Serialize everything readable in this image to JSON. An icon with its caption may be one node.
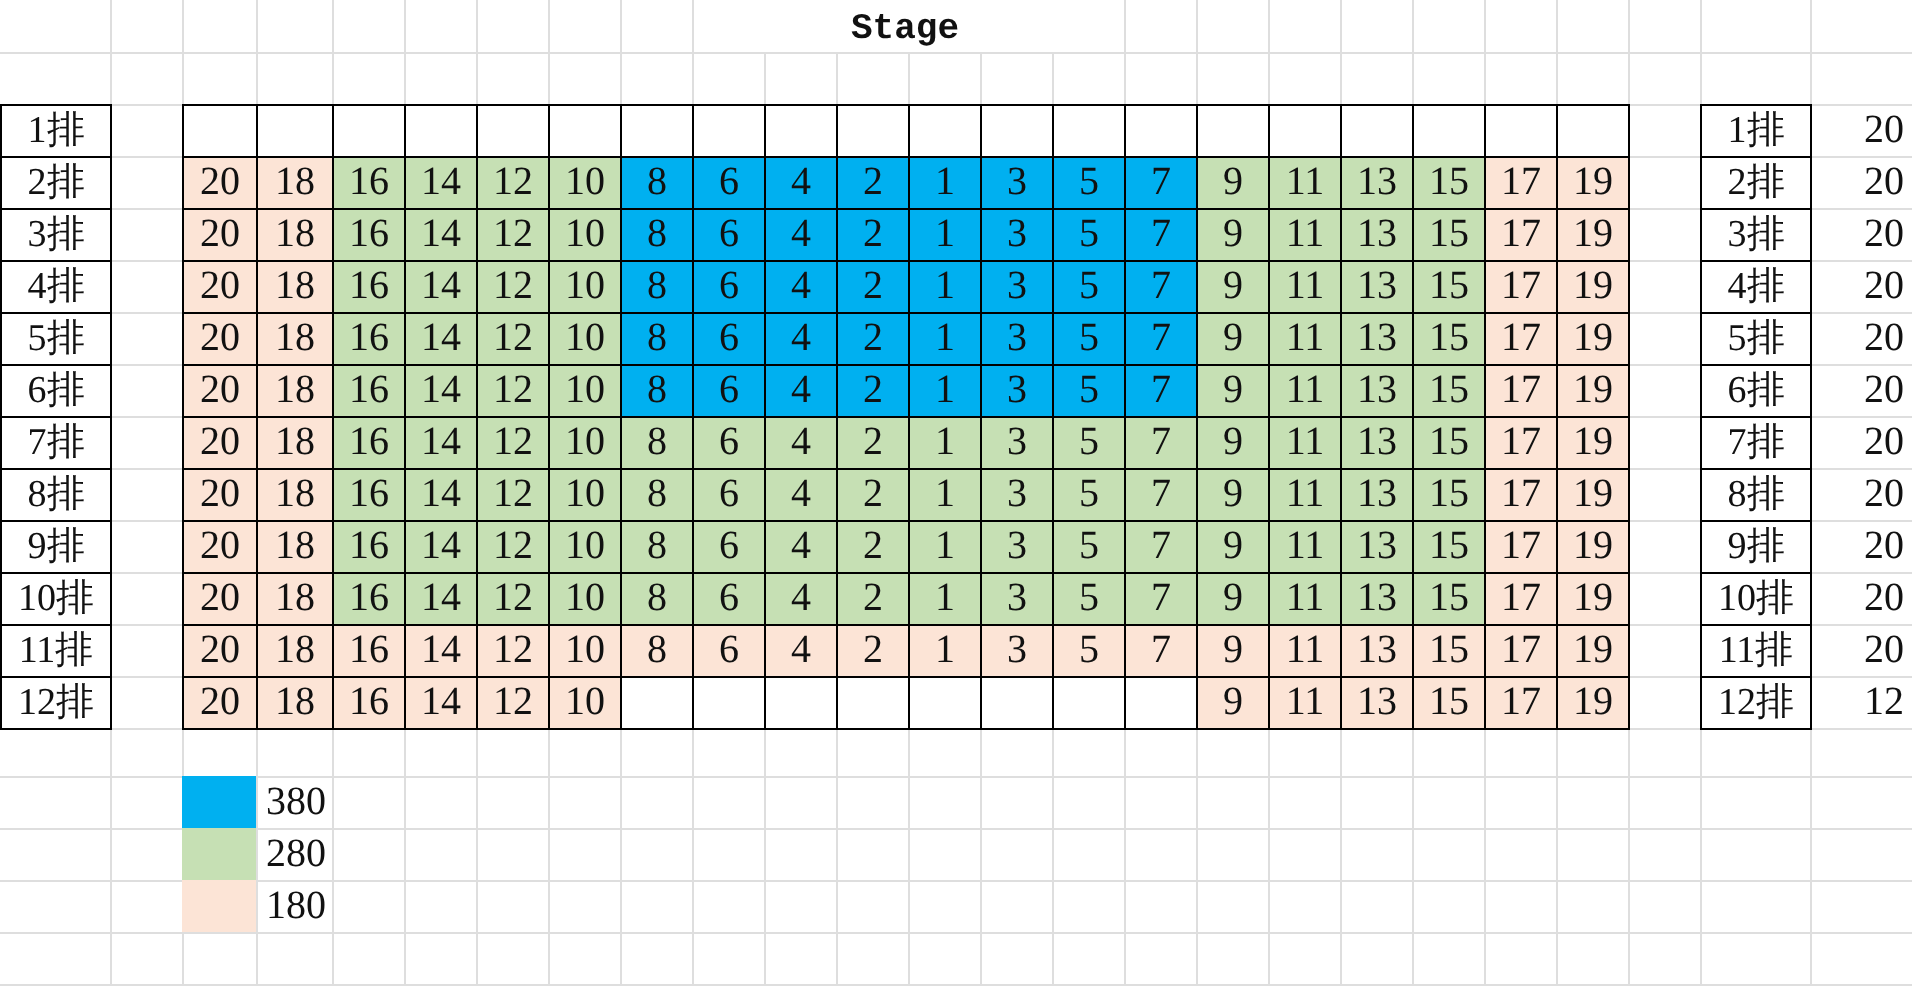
{
  "diagram": {
    "title": "Stage",
    "labels": [
      "1排",
      "1排",
      "20",
      "2排",
      "20",
      "18",
      "16",
      "14",
      "12",
      "10",
      "8",
      "6",
      "4",
      "2",
      "1",
      "3",
      "5",
      "7",
      "9",
      "11",
      "13",
      "15",
      "17",
      "19",
      "2排",
      "20",
      "3排",
      "20",
      "18",
      "16",
      "14",
      "12",
      "10",
      "8",
      "6",
      "4",
      "2",
      "1",
      "3",
      "5",
      "7",
      "9",
      "11",
      "13",
      "15",
      "17",
      "19",
      "3排",
      "20",
      "4排",
      "20",
      "18",
      "16",
      "14",
      "12",
      "10",
      "8",
      "6",
      "4",
      "2",
      "1",
      "3",
      "5",
      "7",
      "9",
      "11",
      "13",
      "15",
      "17",
      "19",
      "4排",
      "20",
      "5排",
      "20",
      "18",
      "16",
      "14",
      "12",
      "10",
      "8",
      "6",
      "4",
      "2",
      "1",
      "3",
      "5",
      "7",
      "9",
      "11",
      "13",
      "15",
      "17",
      "19",
      "5排",
      "20",
      "6排",
      "20",
      "18",
      "16",
      "14",
      "12",
      "10",
      "8",
      "6",
      "4",
      "2",
      "1",
      "3",
      "5",
      "7",
      "9",
      "11",
      "13",
      "15",
      "17",
      "19",
      "6排",
      "20",
      "7排",
      "20",
      "18",
      "16",
      "14",
      "12",
      "10",
      "8",
      "6",
      "4",
      "2",
      "1",
      "3",
      "5",
      "7",
      "9",
      "11",
      "13",
      "15",
      "17",
      "19",
      "7排",
      "20",
      "8排",
      "20",
      "18",
      "16",
      "14",
      "12",
      "10",
      "8",
      "6",
      "4",
      "2",
      "1",
      "3",
      "5",
      "7",
      "9",
      "11",
      "13",
      "15",
      "17",
      "19",
      "8排",
      "20",
      "9排",
      "20",
      "18",
      "16",
      "14",
      "12",
      "10",
      "8",
      "6",
      "4",
      "2",
      "1",
      "3",
      "5",
      "7",
      "9",
      "11",
      "13",
      "15",
      "17",
      "19",
      "9排",
      "20",
      "10排",
      "20",
      "18",
      "16",
      "14",
      "12",
      "10",
      "8",
      "6",
      "4",
      "2",
      "1",
      "3",
      "5",
      "7",
      "9",
      "11",
      "13",
      "15",
      "17",
      "19",
      "10排",
      "20",
      "11排",
      "20",
      "18",
      "16",
      "14",
      "12",
      "10",
      "8",
      "6",
      "4",
      "2",
      "1",
      "3",
      "5",
      "7",
      "9",
      "11",
      "13",
      "15",
      "17",
      "19",
      "11排",
      "20",
      "12排",
      "20",
      "18",
      "16",
      "14",
      "12",
      "10",
      "9",
      "11",
      "13",
      "15",
      "17",
      "19",
      "12排",
      "12"
    ],
    "legend": [
      {
        "text": "380",
        "color": "#00b0f0"
      },
      {
        "text": "280",
        "color": "#c6e0b4"
      },
      {
        "text": "180",
        "color": "#fce4d6"
      }
    ]
  }
}
